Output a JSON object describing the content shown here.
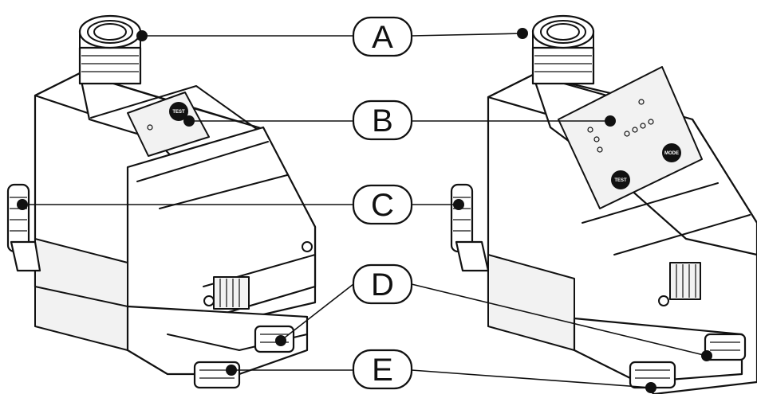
{
  "callouts": [
    {
      "letter": "A"
    },
    {
      "letter": "B"
    },
    {
      "letter": "C"
    },
    {
      "letter": "D"
    },
    {
      "letter": "E"
    }
  ],
  "left_device": {
    "test_button_label": "TEST"
  },
  "right_device": {
    "test_button_label": "TEST",
    "mode_button_label": "MODE"
  }
}
